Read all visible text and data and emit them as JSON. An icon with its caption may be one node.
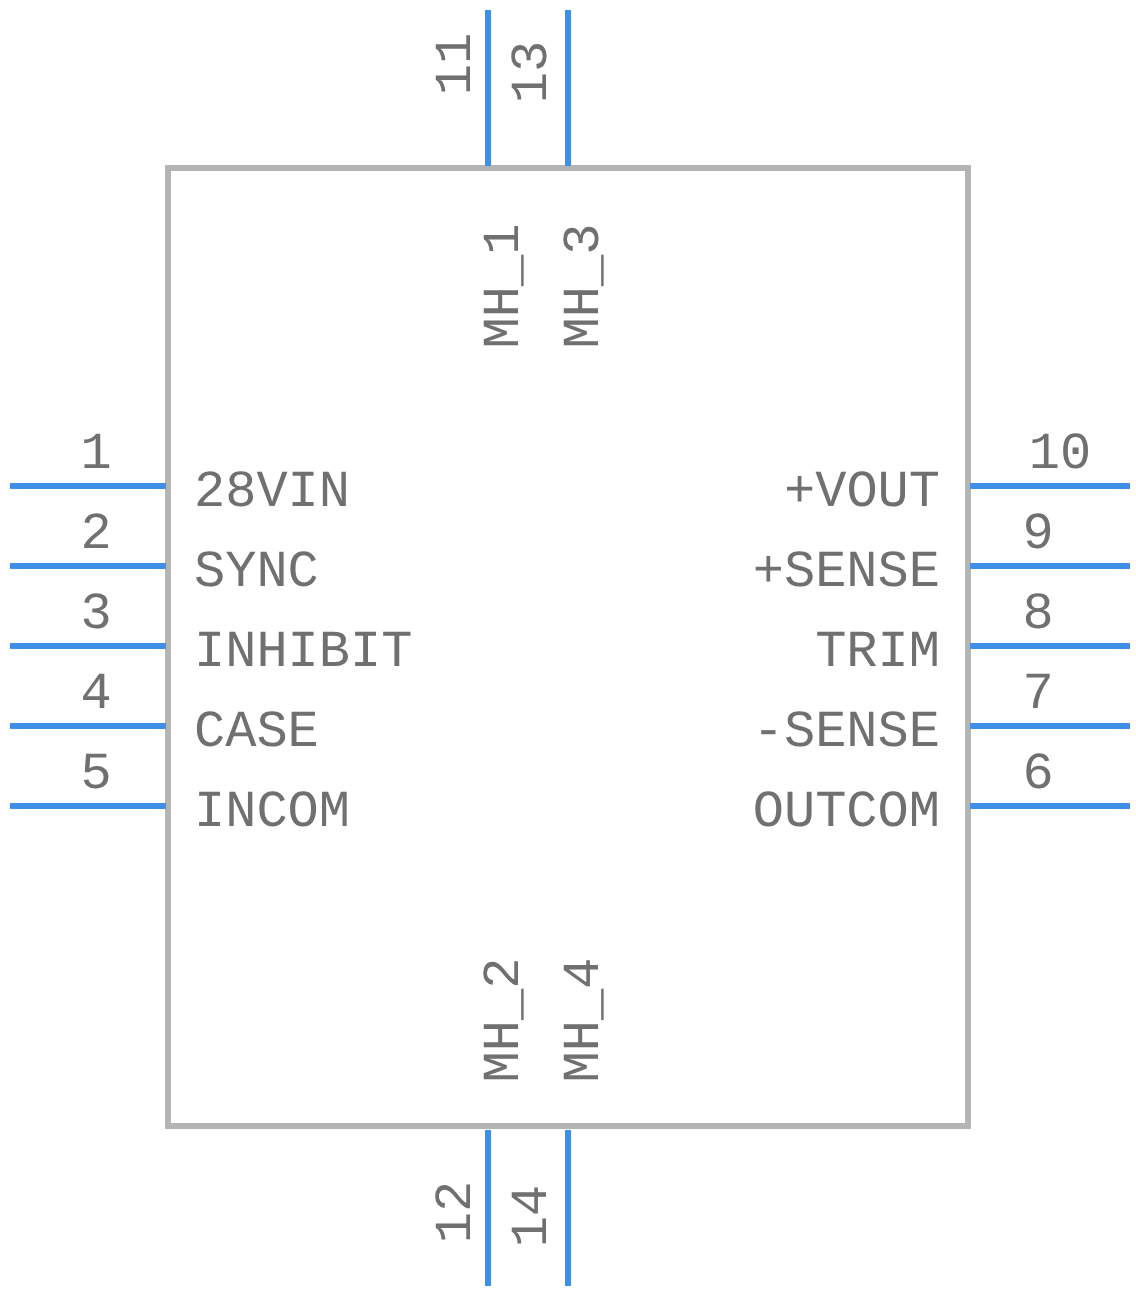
{
  "diagram": {
    "labels": [
      "11",
      "13",
      "MH_1",
      "MH_3",
      "1",
      "28VIN",
      "+VOUT",
      "10",
      "2",
      "SYNC",
      "+SENSE",
      "9",
      "3",
      "INHIBIT",
      "TRIM",
      "8",
      "4",
      "CASE",
      "-SENSE",
      "7",
      "5",
      "INCOM",
      "OUTCOM",
      "6",
      "MH_2",
      "MH_4",
      "12",
      "14"
    ]
  }
}
